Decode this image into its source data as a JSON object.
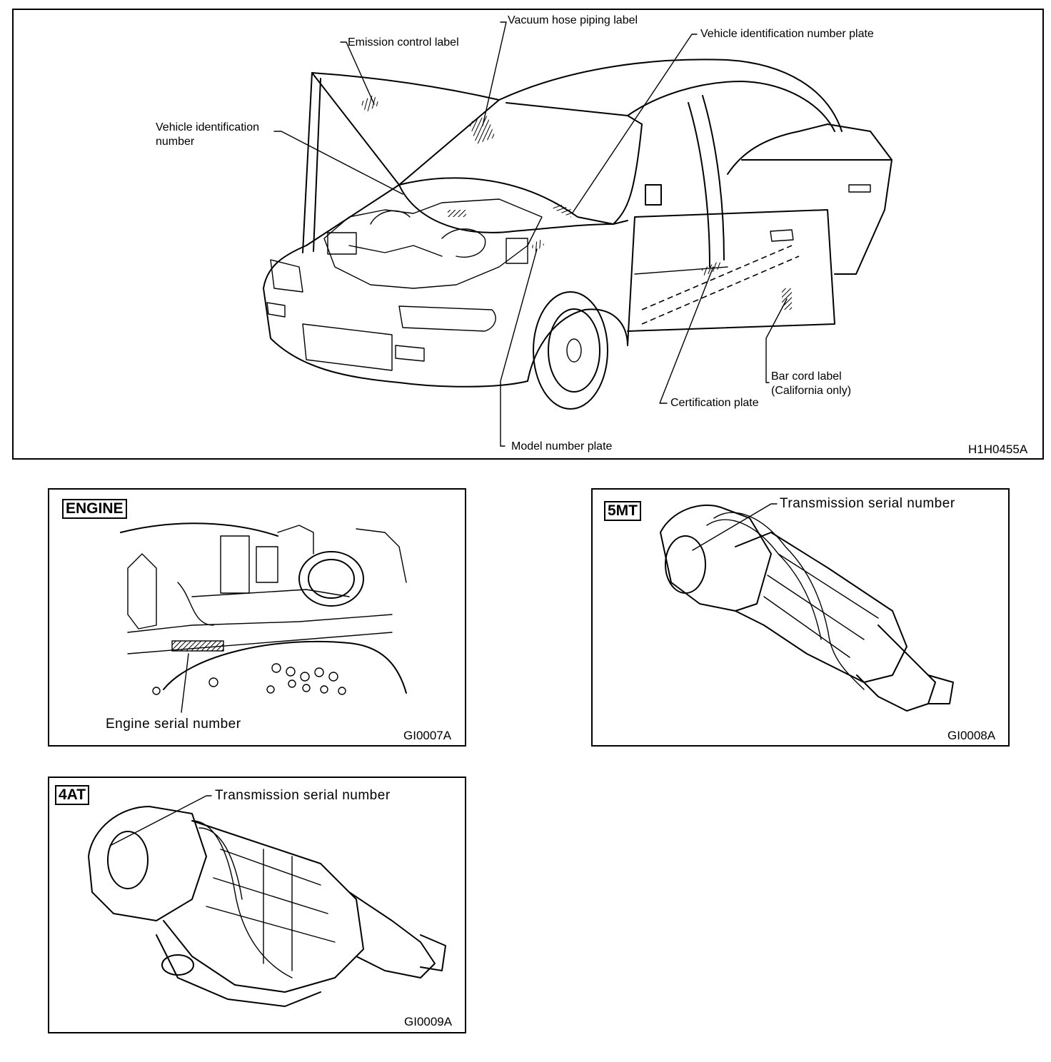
{
  "vehicle_panel": {
    "labels": {
      "vacuum_hose": "Vacuum hose piping label",
      "emission": "Emission control label",
      "vin_plate": "Vehicle identification number plate",
      "vin_line1": "Vehicle identification",
      "vin_line2": "number",
      "bar_cord_line1": "Bar cord label",
      "bar_cord_line2": "(California only)",
      "certification": "Certification plate",
      "model_number": "Model number plate"
    },
    "figure_code": "H1H0455A"
  },
  "engine_panel": {
    "tag": "ENGINE",
    "label": "Engine serial number",
    "figure_code": "GI0007A"
  },
  "mt_panel": {
    "tag": "5MT",
    "label": "Transmission serial number",
    "figure_code": "GI0008A"
  },
  "at_panel": {
    "tag": "4AT",
    "label": "Transmission serial number",
    "figure_code": "GI0009A"
  }
}
